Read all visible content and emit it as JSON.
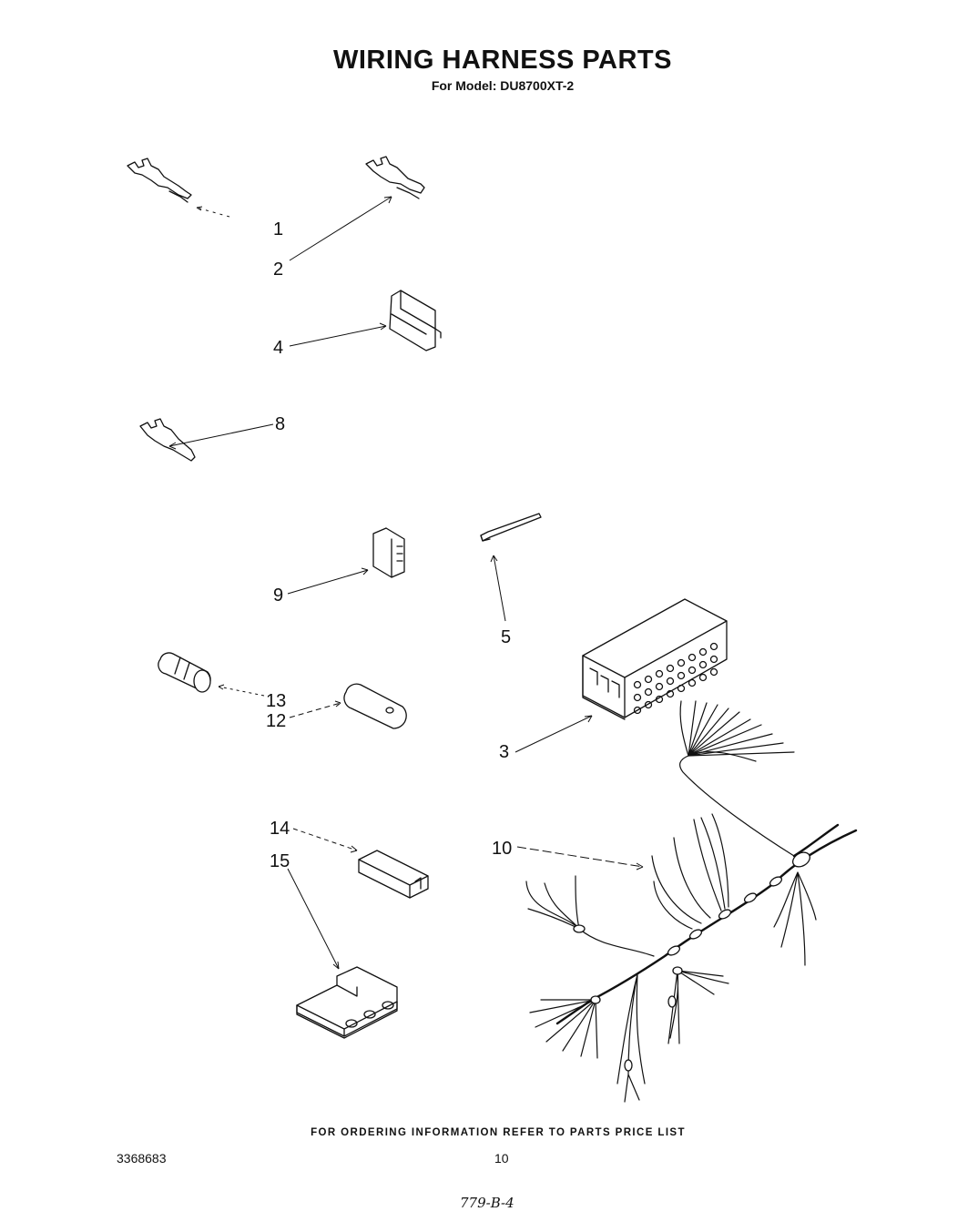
{
  "header": {
    "title": "WIRING HARNESS PARTS",
    "subtitle": "For Model: DU8700XT-2"
  },
  "callouts": [
    {
      "id": "1",
      "label": "1"
    },
    {
      "id": "2",
      "label": "2"
    },
    {
      "id": "4",
      "label": "4"
    },
    {
      "id": "8",
      "label": "8"
    },
    {
      "id": "9",
      "label": "9"
    },
    {
      "id": "5",
      "label": "5"
    },
    {
      "id": "13",
      "label": "13"
    },
    {
      "id": "12",
      "label": "12"
    },
    {
      "id": "3",
      "label": "3"
    },
    {
      "id": "14",
      "label": "14"
    },
    {
      "id": "15",
      "label": "15"
    },
    {
      "id": "10",
      "label": "10"
    }
  ],
  "footer": {
    "ordering_note": "FOR ORDERING INFORMATION REFER TO PARTS PRICE LIST",
    "document_number": "3368683",
    "page_number": "10",
    "handwritten_note": "779-B-4"
  }
}
